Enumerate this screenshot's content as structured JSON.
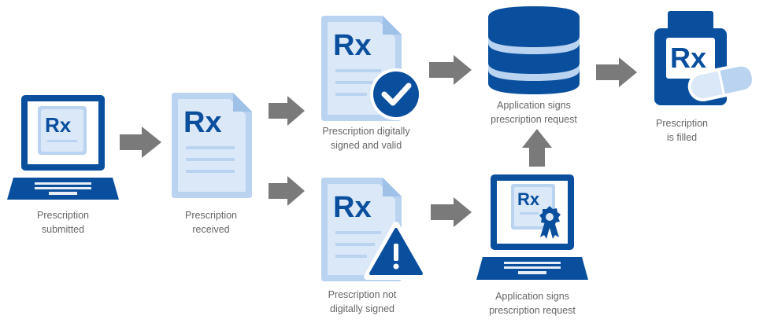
{
  "colors": {
    "dark_blue": "#0a4f9e",
    "light_blue": "#b9d3f0",
    "pale_blue": "#dbe8f8",
    "arrow_gray": "#7a7a7a",
    "caption_gray": "#666666"
  },
  "icons": {
    "rx_symbol": "Rx"
  },
  "steps": {
    "submitted": {
      "icon": "laptop-rx-icon",
      "line1": "Prescription",
      "line2": "submitted"
    },
    "received": {
      "icon": "rx-document-icon",
      "line1": "Prescription",
      "line2": "received"
    },
    "signed_valid": {
      "icon": "rx-document-check-icon",
      "line1": "Prescription digitally",
      "line2": "signed and valid"
    },
    "not_signed": {
      "icon": "rx-document-warning-icon",
      "line1": "Prescription not",
      "line2": "digitally signed"
    },
    "app_signs_db": {
      "icon": "database-icon",
      "line1": "Application signs",
      "line2": "prescription request"
    },
    "app_signs_laptop": {
      "icon": "laptop-certificate-icon",
      "line1": "Application signs",
      "line2": "prescription request"
    },
    "filled": {
      "icon": "rx-bottle-icon",
      "line1": "Prescription",
      "line2": "is filled"
    }
  }
}
